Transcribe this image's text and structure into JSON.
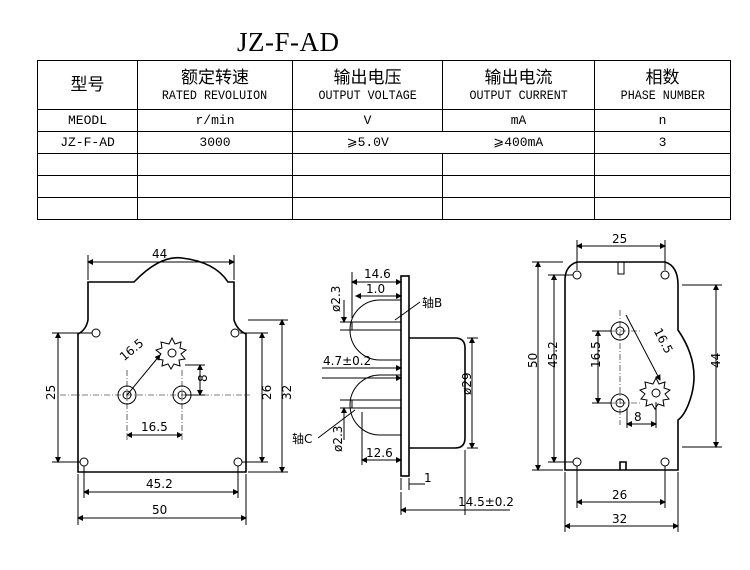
{
  "title": "JZ-F-AD",
  "table": {
    "headers": [
      {
        "cn": "型号",
        "en": ""
      },
      {
        "cn": "额定转速",
        "en": "RATED REVOLUION"
      },
      {
        "cn": "输出电压",
        "en": "OUTPUT VOLTAGE"
      },
      {
        "cn": "输出电流",
        "en": "OUTPUT CURRENT"
      },
      {
        "cn": "相数",
        "en": "PHASE NUMBER"
      }
    ],
    "units": [
      "MEODL",
      "r/min",
      "V",
      "mA",
      "n"
    ],
    "rows": [
      [
        "JZ-F-AD",
        "3000",
        "⩾5.0V",
        "⩾400mA",
        "3"
      ],
      [
        "",
        "",
        "",
        "",
        ""
      ],
      [
        "",
        "",
        "",
        "",
        ""
      ],
      [
        "",
        "",
        "",
        "",
        ""
      ]
    ]
  },
  "drawing_front": {
    "dim_top_width": "44",
    "dim_gear_radius": "16.5",
    "dim_gear_offset": "8",
    "dim_hole_spacing": "16.5",
    "dim_left_height": "25",
    "dim_right_inner": "26",
    "dim_right_outer": "32",
    "dim_bottom_inner": "45.2",
    "dim_bottom_outer": "50"
  },
  "drawing_side": {
    "dim_shaft_len": "14.6",
    "dim_shaft_step": "1.0",
    "dim_top_dia": "ø2.3",
    "label_shaft_b": "轴B",
    "dim_offset": "4.7±0.2",
    "dim_body_dia": "ø29",
    "label_shaft_c": "轴C",
    "dim_bottom_dia": "ø2.3",
    "dim_flange_len": "12.6",
    "dim_plate_thk": "1",
    "dim_total": "14.5±0.2"
  },
  "drawing_back": {
    "dim_top": "25",
    "dim_left_outer": "50",
    "dim_left_inner": "45.2",
    "dim_hole_spacing": "16.5",
    "dim_gear_radius": "16.5",
    "dim_right": "44",
    "dim_gear_offset": "8",
    "dim_bottom_inner": "26",
    "dim_bottom_outer": "32"
  }
}
